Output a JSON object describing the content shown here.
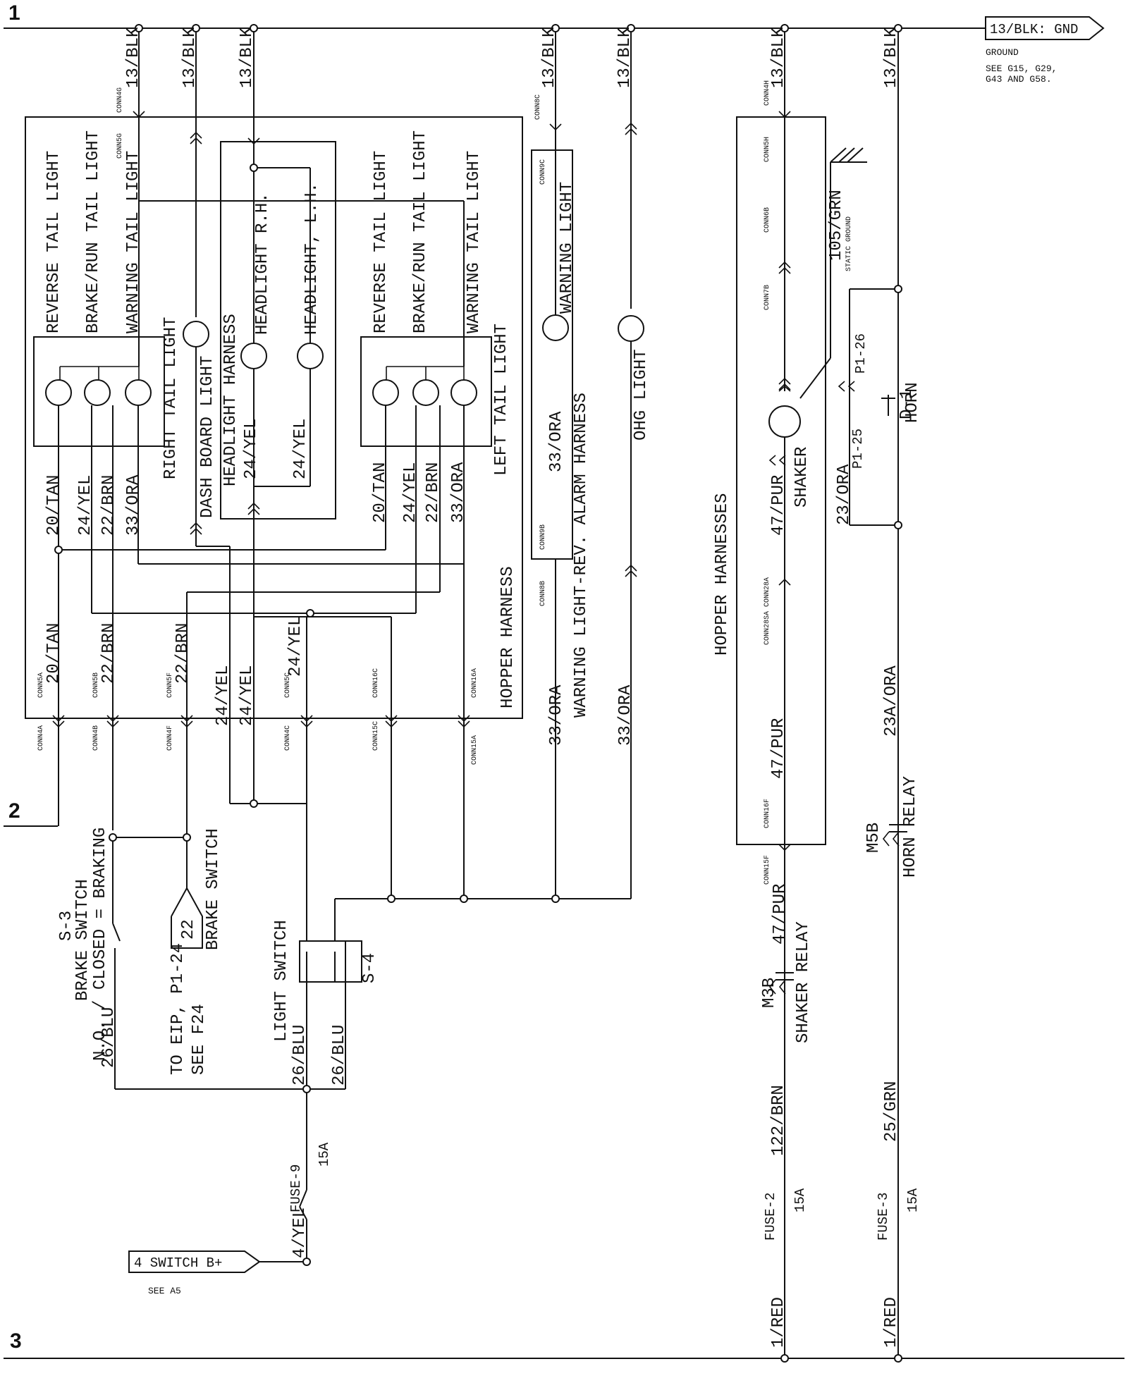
{
  "lines": {
    "top": "1",
    "mid": "2",
    "bottom": "3"
  },
  "gnd": {
    "tag": "13/BLK: GND",
    "label": "GROUND",
    "see1": "SEE G15, G29,",
    "see2": "G43 AND G58."
  },
  "wires": {
    "blk": "13/BLK",
    "tan": "20/TAN",
    "brn": "22/BRN",
    "yel": "24/YEL",
    "ora": "33/ORA",
    "blu": "26/BLU",
    "yel4": "4/YEL",
    "pur": "47/PUR",
    "ora23": "23/ORA",
    "ora23a": "23A/ORA",
    "grn": "105/GRN",
    "brn122": "122/BRN",
    "grn25": "25/GRN",
    "red": "1/RED"
  },
  "labels": {
    "reverse": "REVERSE TAIL LIGHT",
    "brake_run": "BRAKE/RUN TAIL LIGHT",
    "warning_tail": "WARNING TAIL LIGHT",
    "right_tail": "RIGHT TAIL LIGHT",
    "left_tail": "LEFT TAIL LIGHT",
    "dash": "DASH BOARD LIGHT",
    "headlight_harness": "HEADLIGHT HARNESS",
    "headlight_rh": "HEADLIGHT R.H.",
    "headlight_lh": "HEADLIGHT, L.H.",
    "hopper_harness": "HOPPER HARNESS",
    "hopper_harnesses": "HOPPER HARNESSES",
    "warning_light": "WARNING LIGHT",
    "alarm_harness": "WARNING LIGHT-REV. ALARM HARNESS",
    "ohg": "OHG LIGHT",
    "shaker": "SHAKER",
    "static_ground": "STATIC GROUND",
    "d1": "D-1",
    "horn": "HORN",
    "p126": "P1-26",
    "p125": "P1-25",
    "horn_relay": "HORN RELAY",
    "m5b": "M5B",
    "shaker_relay": "SHAKER RELAY",
    "m3b": "M3B",
    "s3": "S-3",
    "brake_switch": "BRAKE SWITCH",
    "no_closed": "N.O. / CLOSED = BRAKING",
    "to_eip": "TO EIP, P1-24",
    "see_f24": "SEE F24",
    "brake_switch2": "BRAKE SWITCH",
    "tag22": "22",
    "light_switch": "LIGHT SWITCH",
    "s4": "S-4",
    "fuse9": "FUSE-9",
    "fuse2": "FUSE-2",
    "fuse3": "FUSE-3",
    "amp": "15A",
    "switch_b": "4 SWITCH B+",
    "see_a5": "SEE A5"
  },
  "conns": {
    "c4g": "CONN4G",
    "c5g": "CONN5G",
    "c9c": "CONN9C",
    "c8c": "CONN8C",
    "c9b": "CONN9B",
    "c8b": "CONN8B",
    "c4h": "CONN4H",
    "c5h": "CONN5H",
    "c6b": "CONN6B",
    "c7b": "CONN7B",
    "c28": "CONN28SA CONN28A",
    "c16f": "CONN16F",
    "c15f": "CONN15F",
    "c5a": "CONN5A",
    "c5b": "CONN5B",
    "c5f": "CONN5F",
    "c5c": "CONN5C",
    "c16c": "CONN16C",
    "c16a": "CONN16A",
    "c4a": "CONN4A",
    "c4b": "CONN4B",
    "c4f": "CONN4F",
    "c4c": "CONN4C",
    "c15c": "CONN15C",
    "c15a": "CONN15A"
  }
}
